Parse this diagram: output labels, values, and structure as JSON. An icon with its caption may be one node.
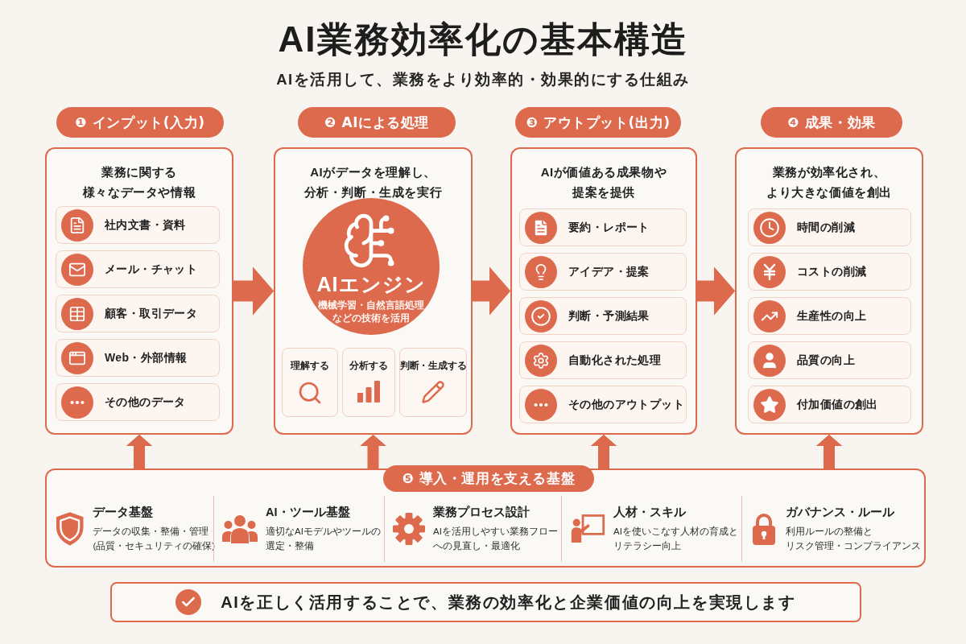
{
  "diagram": {
    "title": "AI業務効率化の基本構造",
    "nodes": [
      {
        "text": [
          "❶ インプット(入力)"
        ]
      },
      {
        "text": [
          "業務に関する様々なデータや情報"
        ]
      },
      {
        "text": [
          "社内文書・資料"
        ],
        "in": 1
      },
      {
        "text": [
          "メール・チャット"
        ],
        "in": 1
      },
      {
        "text": [
          "顧客・取引データ"
        ],
        "in": 1
      },
      {
        "text": [
          "Web・外部情報"
        ],
        "in": 1
      },
      {
        "text": [
          "その他のデータ"
        ],
        "in": 1
      },
      {
        "text": [
          "❷ AIによる処理"
        ]
      },
      {
        "text": [
          "AIがデータを理解し、分析・判断・生成を実行"
        ]
      },
      {
        "text": [
          "AIエンジン",
          "機械学習・自然言語処理などの技術を活用"
        ],
        "in": 8
      },
      {
        "text": [
          "理解する"
        ],
        "in": 8
      },
      {
        "text": [
          "分析する"
        ],
        "in": 8
      },
      {
        "text": [
          "判断・生成する"
        ],
        "in": 8
      },
      {
        "text": [
          "❸ アウトプット(出力)"
        ]
      },
      {
        "text": [
          "AIが価値ある成果物や提案を提供"
        ]
      },
      {
        "text": [
          "要約・レポート"
        ],
        "in": 14
      },
      {
        "text": [
          "アイデア・提案"
        ],
        "in": 14
      },
      {
        "text": [
          "判断・予測結果"
        ],
        "in": 14
      },
      {
        "text": [
          "自動化された処理"
        ],
        "in": 14
      },
      {
        "text": [
          "その他のアウトプット"
        ],
        "in": 14
      },
      {
        "text": [
          "❹ 成果・効果"
        ]
      },
      {
        "text": [
          "業務が効率化され、より大きな価値を創出"
        ]
      },
      {
        "text": [
          "時間の削減"
        ],
        "in": 21
      },
      {
        "text": [
          "コストの削減"
        ],
        "in": 21
      },
      {
        "text": [
          "生産性の向上"
        ],
        "in": 21
      },
      {
        "text": [
          "品質の向上"
        ],
        "in": 21
      },
      {
        "text": [
          "付加価値の創出"
        ],
        "in": 21
      },
      {
        "text": [
          "❺ 導入・運用を支える基盤"
        ]
      },
      {
        "text": [
          "データ基盤",
          "データの収集・整備・管理(品質・セキュリティの確保)",
          "AI・ツール基盤",
          "適切なAIモデルやツールの選定・整備",
          "業務プロセス設計",
          "AIを活用しやすい業務フローへの見直し・最適化",
          "人材・スキル",
          "AIを使いこなす人材の育成とリテラシー向上",
          "ガバナンス・ルール",
          "利用ルールの整備とリスク管理・コンプライアンス"
        ]
      },
      {
        "text": [
          "AIを正しく活用することで、業務の効率化と企業価値の向上を実現します"
        ]
      }
    ],
    "edges": [
      {
        "from": 1,
        "to": 8,
        "arrow": "to"
      },
      {
        "from": 8,
        "to": 14,
        "arrow": "to"
      },
      {
        "from": 14,
        "to": 21,
        "arrow": "to"
      },
      {
        "from": 28,
        "to": 1,
        "arrow": "to"
      },
      {
        "from": 28,
        "to": 8,
        "arrow": "to"
      },
      {
        "from": 28,
        "to": 14,
        "arrow": "to"
      },
      {
        "from": 28,
        "to": 21,
        "arrow": "to"
      }
    ],
    "labels": [
      "AIを活用して、業務をより効率的・効果的にする仕組み"
    ]
  }
}
